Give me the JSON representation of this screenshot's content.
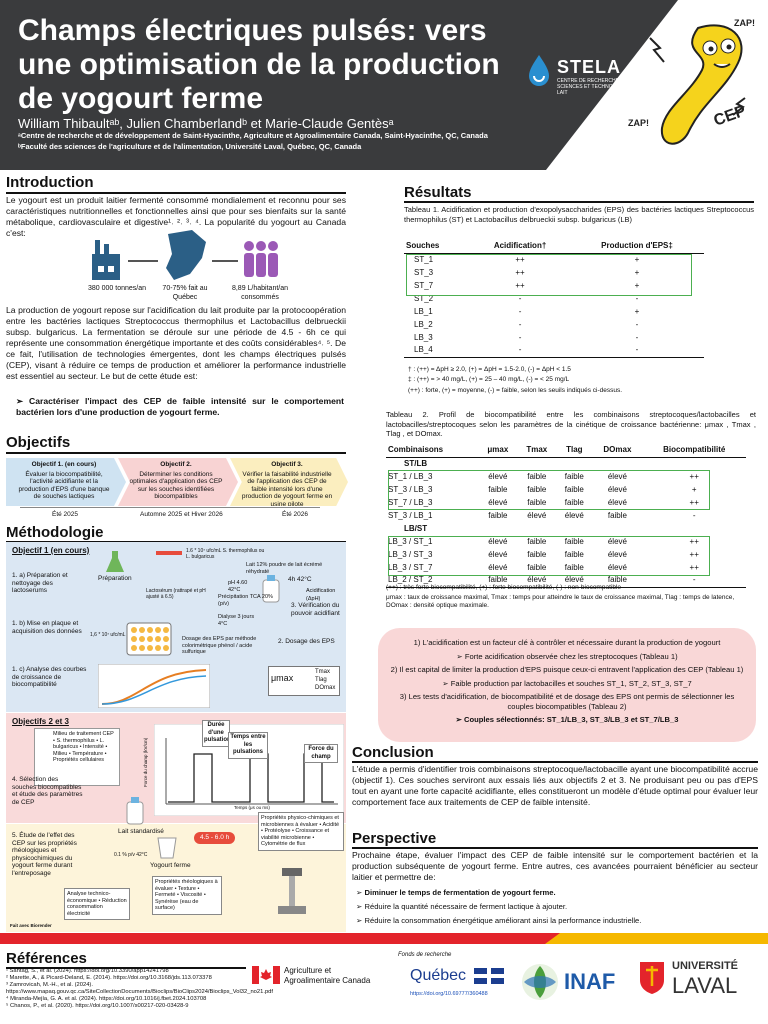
{
  "header": {
    "title": "Champs électriques pulsés: vers une optimisation de la production de yogourt ferme",
    "authors": "William Thibaultᵃᵇ, Julien Chamberlandᵇ et Marie-Claude Gentèsᵃ",
    "affil_a": "ᵃCentre de recherche et de développement de Saint-Hyacinthe, Agriculture et Agroalimentaire Canada, Saint-Hyacinthe, QC, Canada",
    "affil_b": "ᵇFaculté des sciences de l'agriculture et de l'alimentation, Université Laval, Québec, QC, Canada",
    "logo_name": "STELA",
    "logo_sub": "CENTRE DE RECHERCHE EN SCIENCES ET TECHNOLOGIE DU LAIT",
    "zap1": "ZAP!",
    "zap2": "ZAP!",
    "cep": "CEP"
  },
  "intro": {
    "heading": "Introduction",
    "p1": "Le yogourt est un produit laitier fermenté consommé mondialement et reconnu pour ses caractéristiques nutritionnelles et fonctionnelles ainsi que pour ses bienfaits sur la santé métabolique, cardiovasculaire et digestive¹˒ ²˒ ³˒ ⁴. La popularité du yogourt au Canada c'est:",
    "stat1": "380 000 tonnes/an",
    "stat2": "70-75% fait au Québec",
    "stat3": "8,89 L/habitant/an consommés",
    "p2": "La production de yogourt repose sur l'acidification du lait produite par la protocoopération entre les bactéries lactiques Streptococcus thermophilus et Lactobacillus delbrueckii subsp. bulgaricus. La fermentation se déroule sur une période de 4.5 - 6h ce qui représente une consommation énergétique importante et des coûts considérables⁴˒ ⁵. De ce fait, l'utilisation de technologies émergentes, dont les champs électriques pulsés (CEP), visant à réduire ce temps de production et améliorer la performance industrielle est essentiel au secteur. Le but de cette étude est:",
    "goal": "Caractériser l'impact des CEP de faible intensité sur le comportement bactérien lors d'une production de yogourt ferme."
  },
  "objectifs": {
    "heading": "Objectifs",
    "o1_title": "Objectif 1. (en cours)",
    "o1_text": "Évaluer la biocompatibilité, l'activité acidifiante et la production d'EPS d'une banque de souches lactiques",
    "o1_date": "Été 2025",
    "o2_title": "Objectif 2.",
    "o2_text": "Déterminer les conditions optimales d'application des CEP sur les souches identifiées biocompatibles",
    "o2_date": "Automne 2025 et Hiver 2026",
    "o3_title": "Objectif 3.",
    "o3_text": "Vérifier la faisabilité industrielle de l'application des CEP de faible intensité lors d'une production de yogourt ferme en usine pilote",
    "o3_date": "Été 2026"
  },
  "methodo": {
    "heading": "Méthodologie",
    "sub1": "Objectif 1 (en cours)",
    "sub2": "Objectifs 2 et 3",
    "l_1a": "1. a) Préparation et nettoyage des lactoserums",
    "l_1b": "1. b) Mise en plaque et acquisition des données",
    "l_1c": "1. c) Analyse des courbes de croissance de biocompatibilité",
    "l_prepare": "Préparation",
    "l_tubes": "1.6 * 10⁷ ufc/mL S. thermophilus ou L. bulgaricus",
    "l_lait": "Lait 12% poudre de lait écrémé réhydraté",
    "l_ph": "pH 4.60 42°C",
    "l_4h": "4h 42°C",
    "l_acid": "Acidification (ΔpH)",
    "l_lacto": "Lactosérum (rattrapé et pH ajusté à 6.5)",
    "l_tca": "Précipitation TCA 20% (p/v)",
    "l_dialyse": "Dialyse 3 jours 4°C",
    "l_3": "3. Vérification du pouvoir acidifiant",
    "l_2": "2. Dosage des EPS",
    "l_dosage": "Dosage des EPS par méthode colorimétrique phénol / acide sulfurique",
    "l_ufc": "1,6 * 10⁷ ufc/mL",
    "l_mu": "μmax",
    "l_tmax": "Tmax",
    "l_tlag": "Tlag",
    "l_domax": "DOmax",
    "l_milieu": "Milieu de traitement CEP • S. thermophilus • L. bulgaricus • Intensité • Milieu • Température • Propriétés cellulaires",
    "l_duree": "Durée d'une pulsation",
    "l_temps": "Temps entre les pulsations",
    "l_force": "Force du champ",
    "l_xaxis": "Temps (μs ou ms)",
    "l_yaxis": "Force du champ (kV/cm)",
    "l_4": "4. Sélection des souches biocompatibles et étude des paramètres de CEP",
    "l_5": "5. Étude de l'effet des CEP sur les propriétés rhéologiques et physicochimiques du yogourt ferme durant l'entreposage",
    "l_laitstd": "Lait standardisé",
    "l_46h": "4.5 - 6.0 h",
    "l_yferme": "Yogourt ferme",
    "l_01": "0.1 % p/v 42°C",
    "l_physico": "Propriétés physico-chimiques et microbiennes à évaluer • Acidité • Protéolyse • Croissance et viabilité microbienne • Cytométrie de flux",
    "l_rheo": "Propriétés rhéologiques à évaluer • Texture • Fermeté • Viscosité • Synérèse (eau de surface)",
    "l_techno": "Analyse technico-économique • Réduction consommation électricité",
    "l_biorender": "Fait avec Biorender"
  },
  "resultats": {
    "heading": "Résultats",
    "tab1_caption": "Tableau 1. Acidification et production d'exopolysaccharides (EPS) des bactéries lactiques Streptococcus thermophilus (ST) et Lactobacillus delbrueckii subsp. bulgaricus (LB)",
    "tab1_headers": [
      "Souches",
      "Acidification†",
      "Production d'EPS‡"
    ],
    "tab1_rows": [
      [
        "ST_1",
        "++",
        "+"
      ],
      [
        "ST_3",
        "++",
        "+"
      ],
      [
        "ST_7",
        "++",
        "+"
      ],
      [
        "ST_2",
        "-",
        "-"
      ],
      [
        "LB_1",
        "-",
        "+"
      ],
      [
        "LB_2",
        "-",
        "-"
      ],
      [
        "LB_3",
        "-",
        "-"
      ],
      [
        "LB_4",
        "-",
        "-"
      ]
    ],
    "tab1_note1": "† : (++) = ΔpH ≥ 2.0, (+) = ΔpH = 1.5-2.0, (-) = ΔpH < 1.5",
    "tab1_note2": "‡ : (++) = > 40 mg/L, (+) = 25 – 40 mg/L, (-) = < 25 mg/L",
    "tab1_note3": "(++) : forte, (+) = moyenne, (-) = faible, selon les seuils indiqués ci-dessus.",
    "tab2_caption": "Tableau 2. Profil de biocompatibilité entre les combinaisons streptocoques/lactobacilles et lactobacilles/streptocoques selon les paramètres de la cinétique de croissance bactérienne: μmax , Tmax , Tlag , et DOmax.",
    "tab2_headers": [
      "Combinaisons",
      "μmax",
      "Tmax",
      "Tlag",
      "DOmax",
      "Biocompatibilité"
    ],
    "tab2_group1": "ST/LB",
    "tab2_rows1": [
      [
        "ST_1 / LB_3",
        "élevé",
        "faible",
        "faible",
        "élevé",
        "++"
      ],
      [
        "ST_3 / LB_3",
        "faible",
        "faible",
        "faible",
        "élevé",
        "+"
      ],
      [
        "ST_7 / LB_3",
        "élevé",
        "faible",
        "faible",
        "élevé",
        "++"
      ],
      [
        "ST_3 / LB_1",
        "faible",
        "élevé",
        "élevé",
        "faible",
        "-"
      ]
    ],
    "tab2_group2": "LB/ST",
    "tab2_rows2": [
      [
        "LB_3 / ST_1",
        "élevé",
        "faible",
        "faible",
        "élevé",
        "++"
      ],
      [
        "LB_3 / ST_3",
        "élevé",
        "faible",
        "faible",
        "élevé",
        "++"
      ],
      [
        "LB_3 / ST_7",
        "élevé",
        "faible",
        "faible",
        "élevé",
        "++"
      ],
      [
        "LB_2 / ST_2",
        "faible",
        "élevé",
        "élevé",
        "faible",
        "-"
      ]
    ],
    "tab2_note1": "(++) : très forte biocompatibilité, (+) : forte biocompatibilité, (-) : non-biocompatible",
    "tab2_note2": "μmax : taux de croissance maximal, Tmax : temps pour atteindre le taux de croissance maximal, Tlag : temps de latence, DOmax : densité optique maximale."
  },
  "summary": {
    "s1": "1) L'acidification est un facteur clé à contrôler et nécessaire durant la production de yogourt",
    "s1b": "➢  Forte acidification observée chez les streptocoques  (Tableau 1)",
    "s2": "2) Il est capital de limiter la production d'EPS puisque ceux-ci entravent l'application des CEP (Tableau 1)",
    "s2b": "➢  Faible production par lactobacilles et souches ST_1, ST_2, ST_3, ST_7",
    "s3": "3) Les tests d'acidification, de biocompatibilité et de dosage des EPS ont permis de sélectionner les couples biocompatibles (Tableau 2)",
    "s3b": "➢  Couples sélectionnés: ST_1/LB_3, ST_3/LB_3 et ST_7/LB_3"
  },
  "conclusion": {
    "heading": "Conclusion",
    "text": "L'étude a permis d'identifier trois combinaisons streptocoque/lactobacille ayant une biocompatibilité accrue (objectif 1). Ces souches serviront aux essais liés aux objectifs 2 et 3. Ne produisant peu ou pas d'EPS tout en ayant une forte capacité acidifiante, elles constitueront un modèle d'étude optimal pour évaluer leur comportement face aux traitements de CEP de faible intensité."
  },
  "perspective": {
    "heading": "Perspective",
    "text": "Prochaine étape, évaluer l'impact des CEP de faible intensité sur le comportement bactérien et la production subséquente de yogourt ferme. Entre autres, ces avancées pourraient bénéficier au secteur laitier et permettre de:",
    "b1": "Diminuer le temps de fermentation de yogourt ferme.",
    "b2": "Réduire la quantité nécessaire de ferment lactique à ajouter.",
    "b3": "Réduire la consommation énergétique améliorant ainsi la performance industrielle."
  },
  "references": {
    "heading": "Références",
    "r1": "¹ Santag, S., et al. (2024). https://doi.org/10.3390/app14241798",
    "r2": "² Marette, A., & Picard-Deland, E. (2014). https://doi.org/10.3168/jds.113.073378",
    "r3": "³ Zamrovicah, M.-H., et al. (2024). https://www.mapaq.gouv.qc.ca/SiteCollectionDocuments/Bioclips/BioClips2024/Bioclips_Vol32_no21.pdf",
    "r4": "⁴ Miranda-Mejía, G. A. et al. (2024). https://doi.org/10.1016/j.fbet.2024.103708",
    "r5": "⁵ Chanos, P., et al. (2020). https://doi.org/10.1007/s00217-020-03428-9",
    "frq_link": "https://doi.org/10.69777/360488"
  },
  "logos": {
    "aac1": "Agriculture et",
    "aac2": "Agroalimentaire Canada",
    "frq_top": "Fonds de recherche",
    "frq_main": "Québec",
    "inaf": "INAF",
    "ul1": "UNIVERSITÉ",
    "ul2": "LAVAL"
  },
  "colors": {
    "header": "#3a3b3d",
    "red": "#e3242b",
    "yellow": "#f5b800",
    "green": "#4caf50",
    "pink": "#f9d7d7"
  }
}
